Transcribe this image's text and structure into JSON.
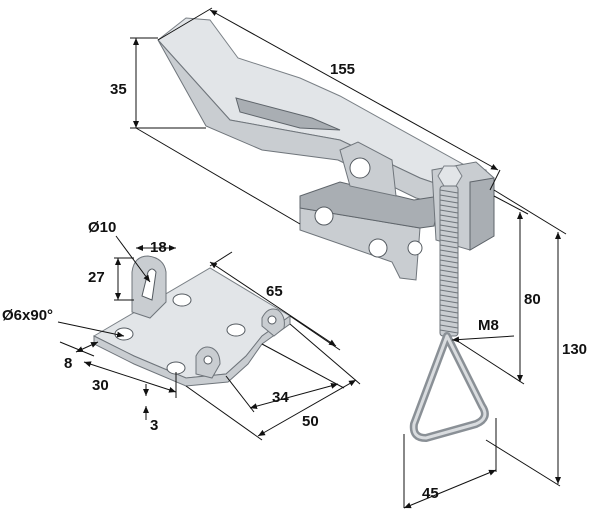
{
  "dimensions": {
    "overall_length": "155",
    "lever_height": "35",
    "height_80": "80",
    "height_130": "130",
    "thread": "M8",
    "loop_width": "45",
    "plate_length": "65",
    "hole_diameter": "Ø10",
    "hook_width": "18",
    "hook_height": "27",
    "countersink": "Ø6x90°",
    "edge_8": "8",
    "spacing_30": "30",
    "spacing_34": "34",
    "plate_width": "50",
    "thickness": "3"
  },
  "colors": {
    "metal": "#c9cdd1",
    "line": "#111111"
  }
}
